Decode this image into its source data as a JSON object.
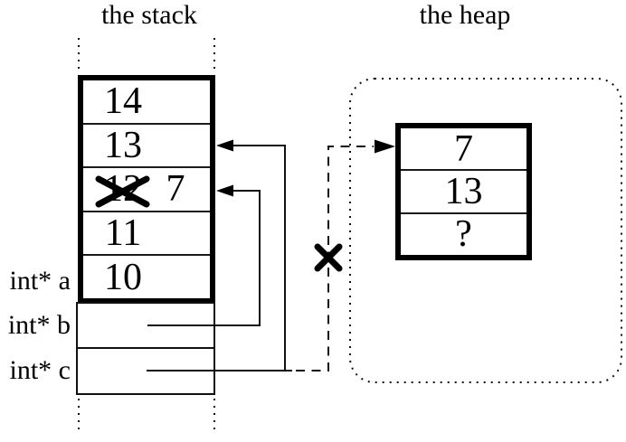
{
  "titles": {
    "stack": "the stack",
    "heap": "the heap"
  },
  "stack": {
    "rows": [
      {
        "value": "14"
      },
      {
        "value": "13"
      },
      {
        "value": "12",
        "crossed_out": true,
        "replacement": "7"
      },
      {
        "value": "11"
      },
      {
        "value": "10"
      }
    ],
    "pointers": [
      {
        "label": "int* a"
      },
      {
        "label": "int* b"
      },
      {
        "label": "int* c"
      }
    ]
  },
  "heap": {
    "cells": [
      {
        "value": "7"
      },
      {
        "value": "13"
      },
      {
        "value": "?"
      }
    ]
  },
  "icons": {
    "cross_out_stack": "cross-out-mark",
    "cross_out_dangling": "cross-out-mark"
  },
  "colors": {
    "ink": "#000000",
    "background": "#ffffff"
  }
}
